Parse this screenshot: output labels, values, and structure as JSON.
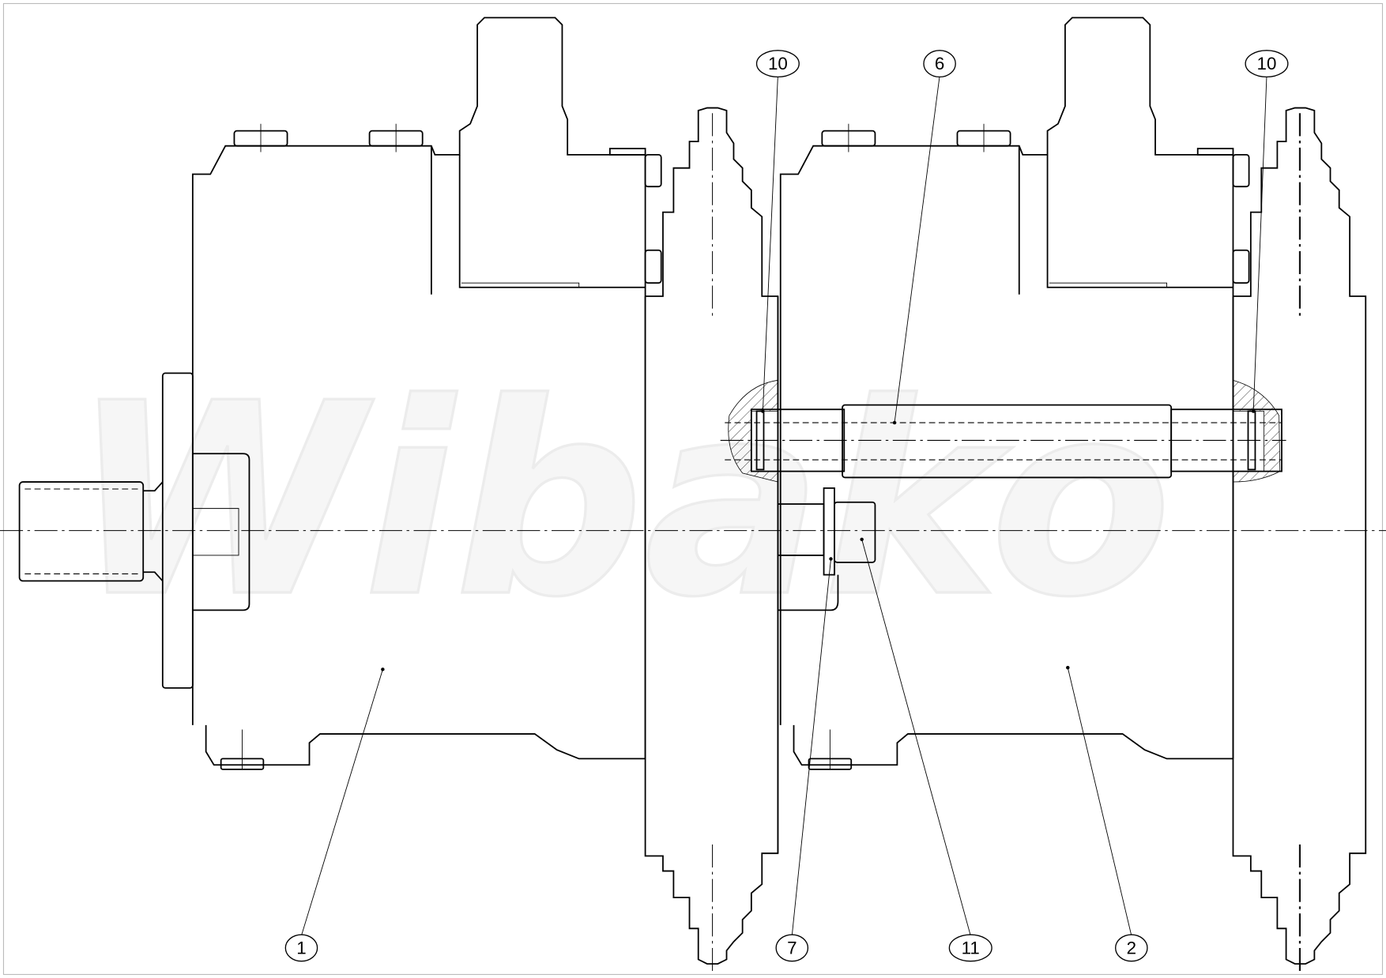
{
  "watermark": {
    "text": "Wibako"
  },
  "balloons": [
    {
      "label": "10"
    },
    {
      "label": "6"
    },
    {
      "label": "10"
    },
    {
      "label": "1"
    },
    {
      "label": "7"
    },
    {
      "label": "11"
    },
    {
      "label": "2"
    }
  ]
}
